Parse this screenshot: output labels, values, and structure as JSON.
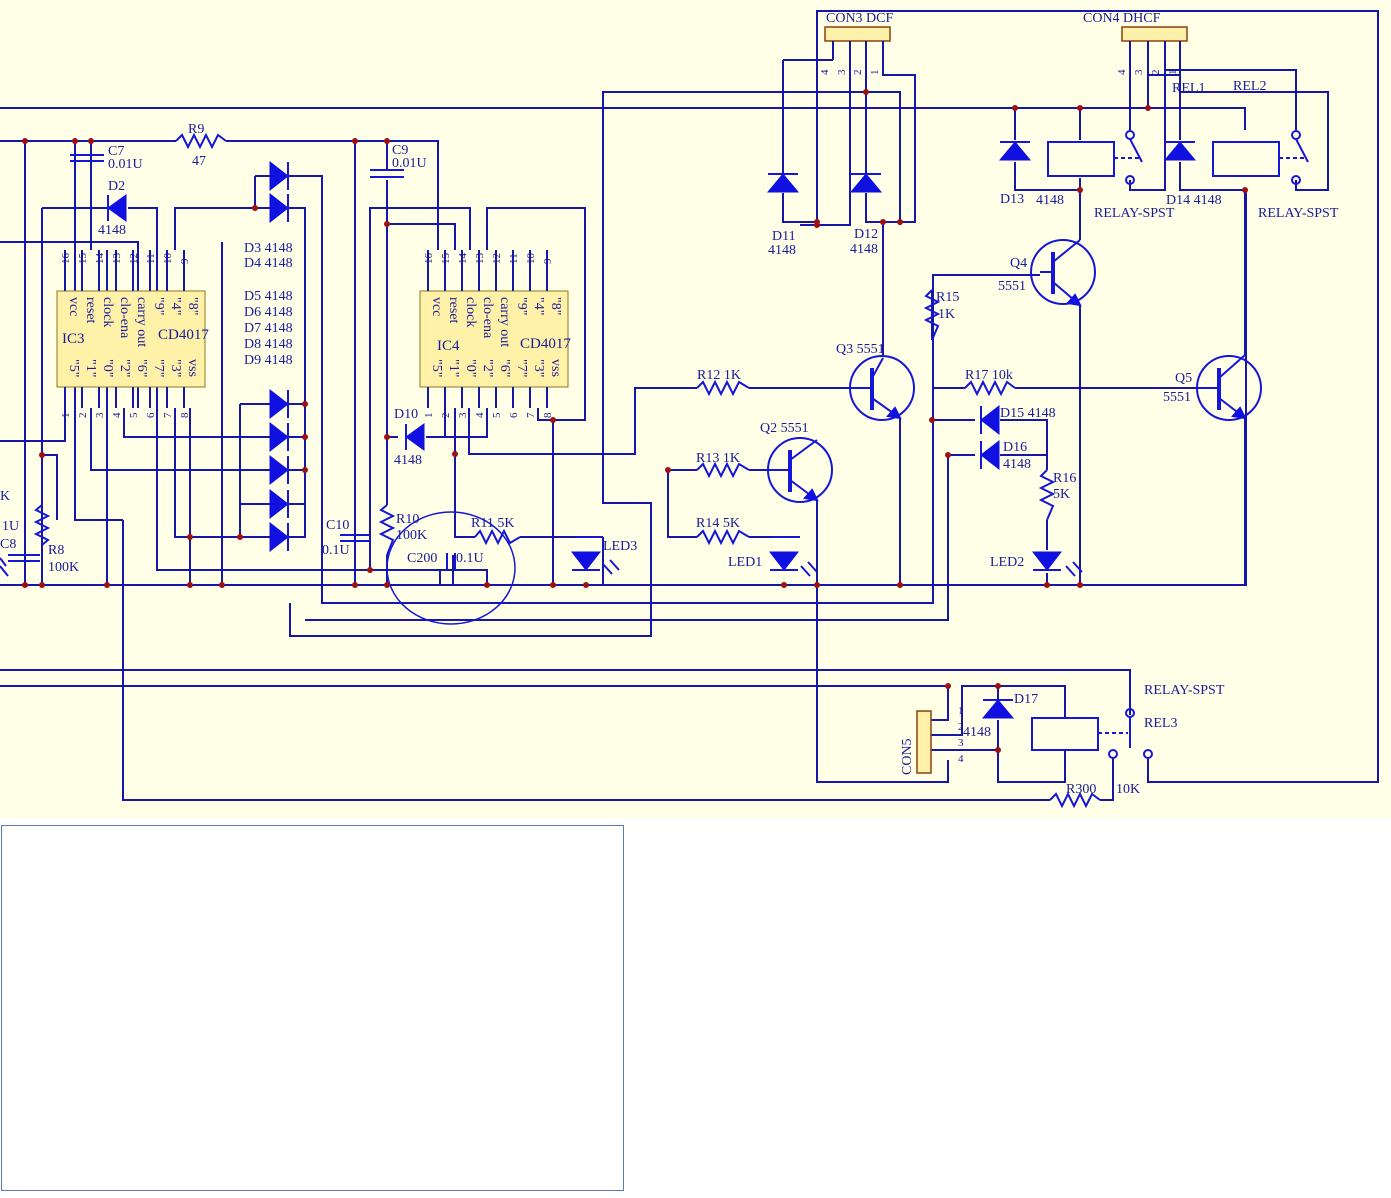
{
  "colors": {
    "background": "#ffffe8",
    "wire": "#1616a8",
    "component": "#1616d8",
    "junction": "#a01010",
    "ic_fill": "#fff2a8"
  },
  "ic3": {
    "ref": "IC3",
    "part": "CD4017",
    "top_pins": [
      "16",
      "15",
      "14",
      "13",
      "12",
      "11",
      "10",
      "9"
    ],
    "top_names": [
      "vcc",
      "reset",
      "clock",
      "clo-ena",
      "carry out",
      "\"9\"",
      "\"4\"",
      "\"8\""
    ],
    "bottom_pins": [
      "1",
      "2",
      "3",
      "4",
      "5",
      "6",
      "7",
      "8"
    ],
    "bottom_names": [
      "\"5\"",
      "\"1\"",
      "\"0\"",
      "\"2\"",
      "\"6\"",
      "\"7\"",
      "\"3\"",
      "vss"
    ]
  },
  "ic4": {
    "ref": "IC4",
    "part": "CD4017",
    "top_pins": [
      "16",
      "15",
      "14",
      "13",
      "12",
      "11",
      "10",
      "9"
    ],
    "top_names": [
      "vcc",
      "reset",
      "clock",
      "clo-ena",
      "carry out",
      "\"9\"",
      "\"4\"",
      "\"8\""
    ],
    "bottom_pins": [
      "1",
      "2",
      "3",
      "4",
      "5",
      "6",
      "7",
      "8"
    ],
    "bottom_names": [
      "\"5\"",
      "\"1\"",
      "\"0\"",
      "\"2\"",
      "\"6\"",
      "\"7\"",
      "\"3\"",
      "vss"
    ]
  },
  "labels": {
    "c7": "C7",
    "c7v": "0.01U",
    "r9": "R9",
    "r9v": "47",
    "c9": "C9",
    "c9v": "0.01U",
    "d2": "D2",
    "d2v": "4148",
    "d3": "D3 4148",
    "d4": "D4 4148",
    "d5": "D5 4148",
    "d6": "D6 4148",
    "d7": "D7 4148",
    "d8": "D8 4148",
    "d9": "D9 4148",
    "d10": "D10",
    "d10v": "4148",
    "c10": "C10",
    "c10v": "0.1U",
    "r10": "R10",
    "r10v": "100K",
    "r11": "R11 5K",
    "c200": "C200",
    "c200v": "0.1U",
    "led3": "LED3",
    "r8": "R8",
    "r8v": "100K",
    "c8": "C8",
    "k_cut": "K",
    "u_cut": "1U",
    "con3": "CON3 DCF",
    "con4": "CON4 DHCF",
    "con_pins": [
      "4",
      "3",
      "2",
      "1"
    ],
    "d11": "D11",
    "d11v": "4148",
    "d12": "D12",
    "d12v": "4148",
    "rel1": "REL1",
    "rel2": "REL2",
    "d13": "D13",
    "d13v": "4148",
    "d14": "D14 4148",
    "relay_a": "RELAY-SPST",
    "relay_b": "RELAY-SPST",
    "relay_c": "RELAY-SPST",
    "rel3": "REL3",
    "q4": "Q4",
    "q4v": "5551",
    "r15": "R15",
    "r15v": "1K",
    "q3": "Q3 5551",
    "r12": "R12 1K",
    "r17": "R17 10k",
    "q5": "Q5",
    "q5v": "5551",
    "q2": "Q2 5551",
    "r13": "R13 1K",
    "d15": "D15 4148",
    "d16": "D16",
    "d16v": "4148",
    "r16": "R16",
    "r16v": "5K",
    "r14": "R14 5K",
    "led1": "LED1",
    "led2": "LED2",
    "d17": "D17",
    "d17v": "4148",
    "con5": "CON5",
    "con5_pins": [
      "1",
      "2",
      "3",
      "4"
    ],
    "r300": "R300",
    "r300v": "10K"
  }
}
